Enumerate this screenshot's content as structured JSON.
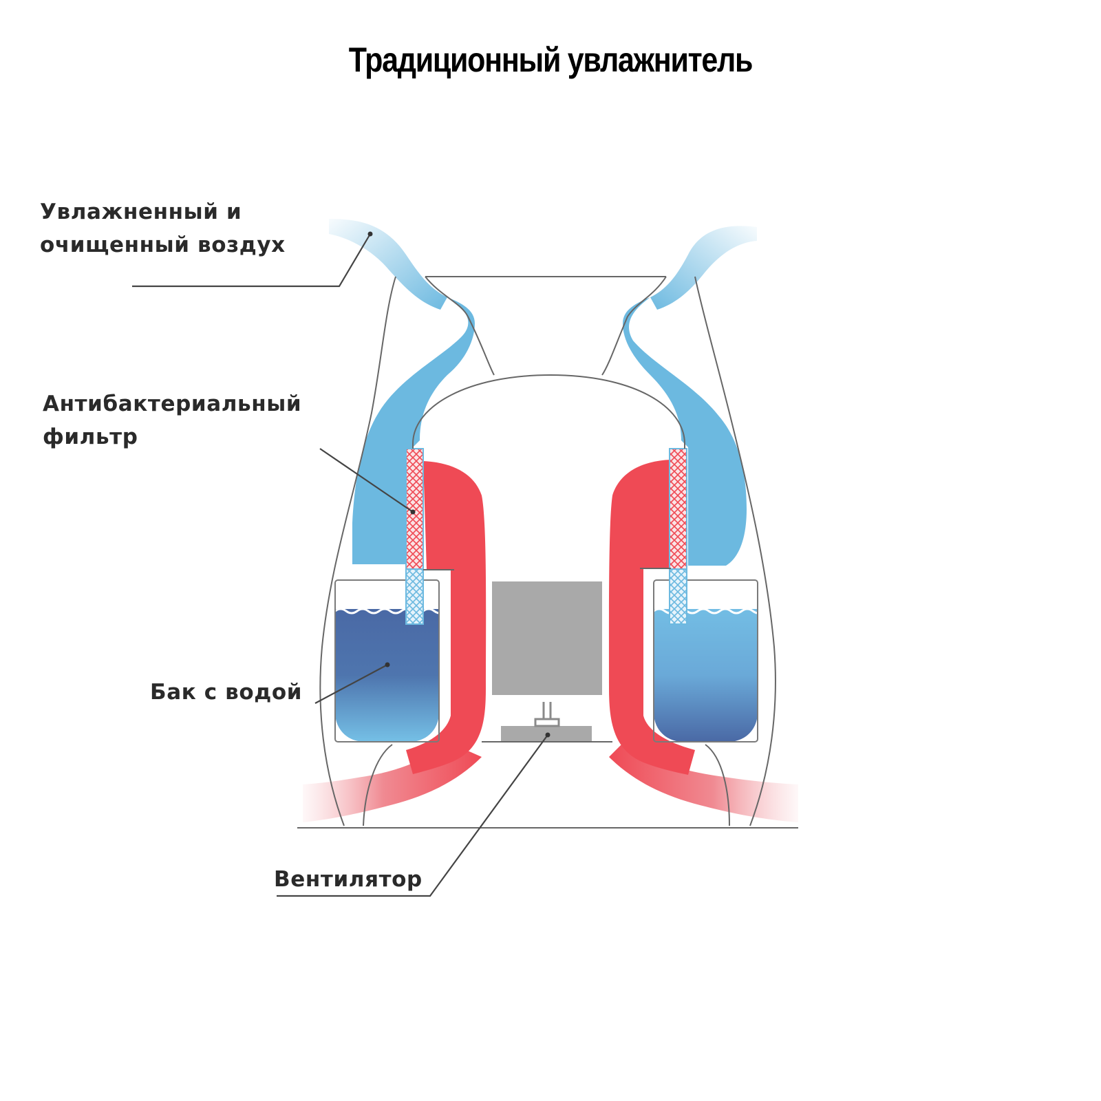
{
  "title": "Традиционный увлажнитель",
  "labels": {
    "air": [
      "Увлажненный и",
      "очищенный воздух"
    ],
    "filter": [
      "Антибактериальный",
      "фильтр"
    ],
    "tank": "Бак с водой",
    "fan": "Вентилятор"
  },
  "colors": {
    "clean_air": "#6cb9e0",
    "warm_air": "#ef4a55",
    "water_dark": "#4a69a5",
    "water_light": "#73bde4",
    "fan_block": "#a9a9a9",
    "outline": "#555555"
  }
}
